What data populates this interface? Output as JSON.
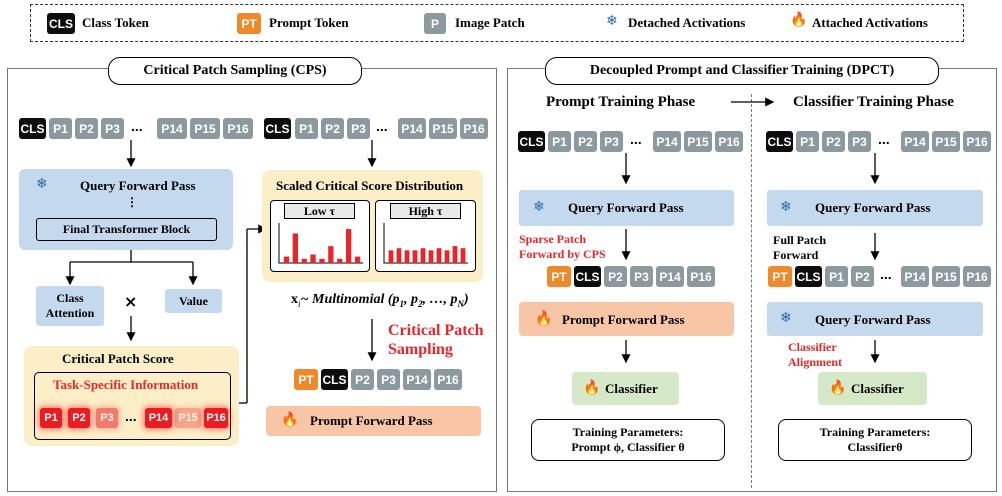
{
  "legend": {
    "cls_token": "CLS",
    "cls_label": "Class Token",
    "pt_token": "PT",
    "pt_label": "Prompt Token",
    "p_token": "P",
    "p_label": "Image Patch",
    "detached_label": "Detached Activations",
    "attached_label": "Attached Activations"
  },
  "tokens": {
    "cls": "CLS",
    "pt": "PT",
    "p1": "P1",
    "p2": "P2",
    "p3": "P3",
    "p14": "P14",
    "p15": "P15",
    "p16": "P16",
    "dots": "..."
  },
  "cps": {
    "title": "Critical Patch Sampling (CPS)",
    "query_forward": "Query Forward Pass",
    "vdots": "⋮",
    "final_block": "Final Transformer Block",
    "class_attention": "Class Attention",
    "times": "×",
    "value": "Value",
    "score_title": "Critical Patch Score",
    "task_info": "Task-Specific Information",
    "scaled_title": "Scaled Critical Score Distribution",
    "low_tau": "Low τ",
    "high_tau": "High τ",
    "formula": "x",
    "formula_sub": "i",
    "formula_rest": "~ Multinomial (p",
    "formula_tail": ")",
    "sampling_line1": "Critical Patch",
    "sampling_line2": "Sampling",
    "prompt_forward": "Prompt Forward Pass"
  },
  "dpct": {
    "title": "Decoupled Prompt and Classifier Training (DPCT)",
    "prompt_phase": "Prompt Training Phase",
    "classifier_phase": "Classifier Training Phase",
    "query_forward": "Query Forward Pass",
    "sparse_line1": "Sparse Patch",
    "sparse_line2": "Forward by CPS",
    "full_line1": "Full Patch",
    "full_line2": "Forward",
    "prompt_forward": "Prompt Forward Pass",
    "classifier_alignment_line1": "Classifier",
    "classifier_alignment_line2": "Alignment",
    "classifier": "Classifier",
    "train_params_title": "Training Parameters:",
    "train_params_left": "Prompt ϕ, Classifier θ",
    "train_params_right": "Classifierθ"
  },
  "chart_data": [
    {
      "type": "bar",
      "title": "Low τ",
      "values": [
        3,
        14,
        2,
        4,
        2,
        8,
        2,
        16,
        3
      ]
    },
    {
      "type": "bar",
      "title": "High τ",
      "values": [
        6,
        7,
        6,
        6,
        7,
        6,
        7,
        6,
        8,
        7
      ]
    }
  ],
  "colors": {
    "accent_red": "#e8262a",
    "blue_box": "#c5d9ee",
    "peach_box": "#f8c6a6",
    "green_box": "#d5e9c9",
    "cream_box": "#fcefc8"
  }
}
